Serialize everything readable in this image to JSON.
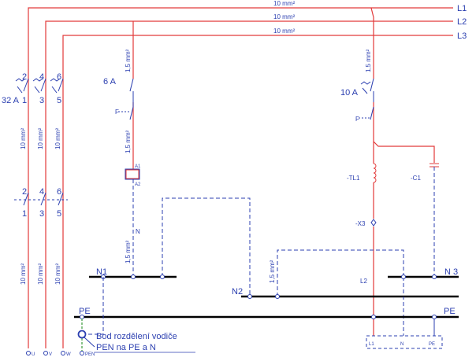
{
  "phases": {
    "L1": "L1",
    "L2": "L2",
    "L3": "L3",
    "L1_cross": "10 mm²",
    "L2_cross": "10 mm²",
    "L3_cross": "10 mm²"
  },
  "main_breaker": {
    "rating": "32 A",
    "pole_top": [
      "2",
      "4",
      "6"
    ],
    "pole_bottom": [
      "1",
      "3",
      "5"
    ],
    "cable": "10 mm²"
  },
  "contactor_main": {
    "pole_top": [
      "2",
      "4",
      "6"
    ],
    "pole_bottom": [
      "1",
      "3",
      "5"
    ]
  },
  "outputs": [
    "U",
    "V",
    "W",
    "PEN"
  ],
  "control_left": {
    "breaker_rating": "6 A",
    "cable_top": "1,5 mm²",
    "cable_mid": "1,5 mm²",
    "coil_a1": "A1",
    "coil_a2": "A2",
    "n_label": "N",
    "cable_bottom": "1,5 mm²"
  },
  "control_right": {
    "breaker_rating": "10 A",
    "cable_top": "1,5 mm²",
    "tl_label": "-TL1",
    "c_label": "-C1",
    "x_label": "-X3",
    "l2_label": "L2",
    "term_l1": "L1",
    "term_n": "N",
    "term_pe": "PE"
  },
  "buses": {
    "n1": "N1",
    "n2": "N2",
    "n3": "N 3",
    "pe_left": "PE",
    "pe_right": "PE",
    "n2_cable": "1,5 mm²"
  },
  "note": {
    "line1": "Bod rozdělení vodiče",
    "line2": "PEN na PE a N"
  },
  "colors": {
    "phase": "#e23a3a",
    "wire": "#2b3fb0",
    "bus": "#000000",
    "pe": "#3a9a3a"
  }
}
